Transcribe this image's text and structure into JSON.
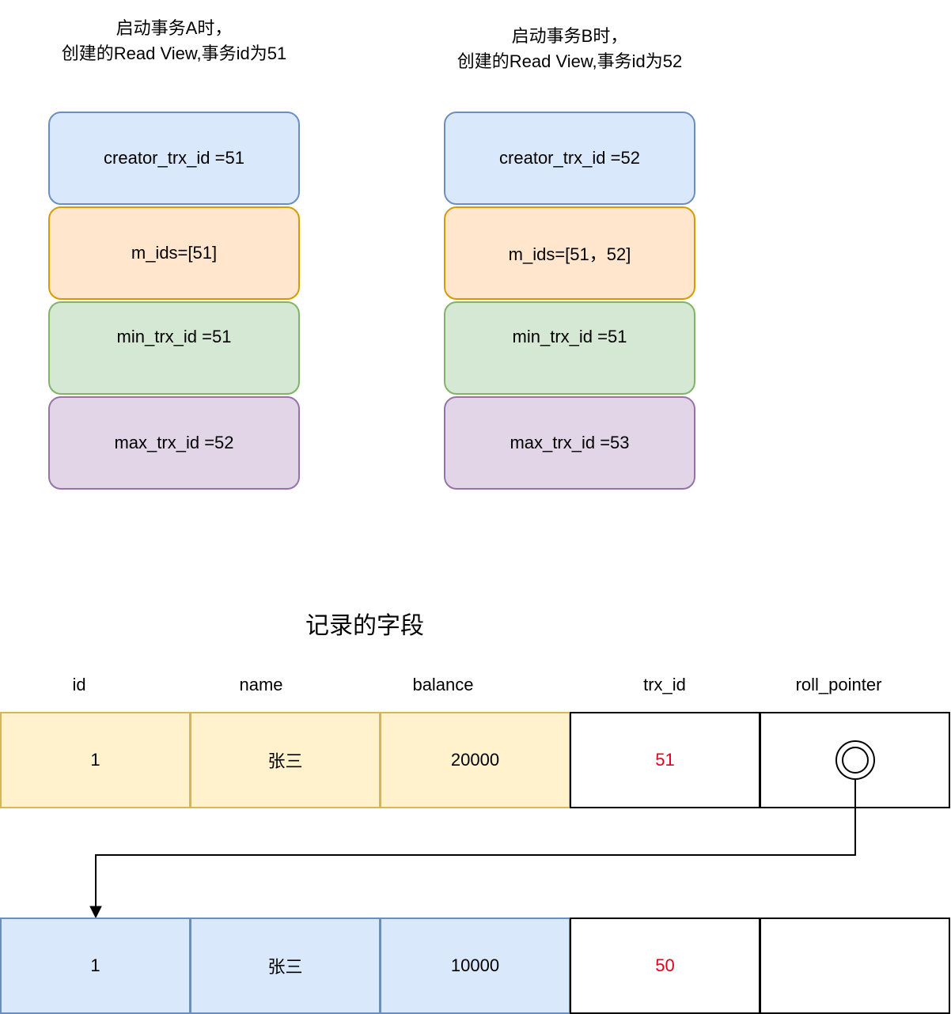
{
  "view_a": {
    "caption_line1": "启动事务A时，",
    "caption_line2": "创建的Read View,事务id为51",
    "creator_trx_id": "creator_trx_id =51",
    "m_ids": "m_ids=[51]",
    "min_trx_id": "min_trx_id =51",
    "max_trx_id": "max_trx_id =52"
  },
  "view_b": {
    "caption_line1": "启动事务B时，",
    "caption_line2": "创建的Read View,事务id为52",
    "creator_trx_id": "creator_trx_id =52",
    "m_ids": "m_ids=[51，52]",
    "min_trx_id": "min_trx_id =51",
    "max_trx_id": "max_trx_id =53"
  },
  "record_section": {
    "title": "记录的字段",
    "headers": [
      "id",
      "name",
      "balance",
      "trx_id",
      "roll_pointer"
    ],
    "current_row": {
      "id": "1",
      "name": "张三",
      "balance": "20000",
      "trx_id": "51",
      "roll_pointer_icon": "pointer-target-icon"
    },
    "previous_row": {
      "id": "1",
      "name": "张三",
      "balance": "10000",
      "trx_id": "50",
      "roll_pointer": ""
    }
  },
  "colors": {
    "creator_box": "#dae8fc",
    "m_ids_box": "#ffe6cc",
    "min_box": "#d5e8d4",
    "max_box": "#e1d5e7",
    "current_row": "#fff2cc",
    "previous_row": "#dae8fc",
    "trx_id_text": "#e3001b"
  }
}
